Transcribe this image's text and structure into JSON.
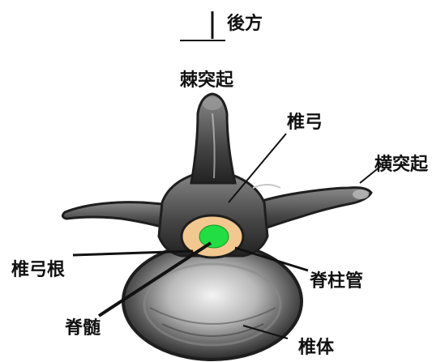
{
  "labels": {
    "posterior": "後方",
    "spinous_process": "棘突起",
    "vertebral_arch": "椎弓",
    "transverse_process": "横突起",
    "pedicle": "椎弓根",
    "spinal_canal": "脊柱管",
    "spinal_cord": "脊髄",
    "vertebral_body": "椎体"
  },
  "colors": {
    "bone_dark": "#2e2e2e",
    "bone_mid": "#6e6e6e",
    "bone_light": "#cfcfcf",
    "canal": "#f2c890",
    "cord": "#22dd44",
    "leader": "#111111"
  }
}
